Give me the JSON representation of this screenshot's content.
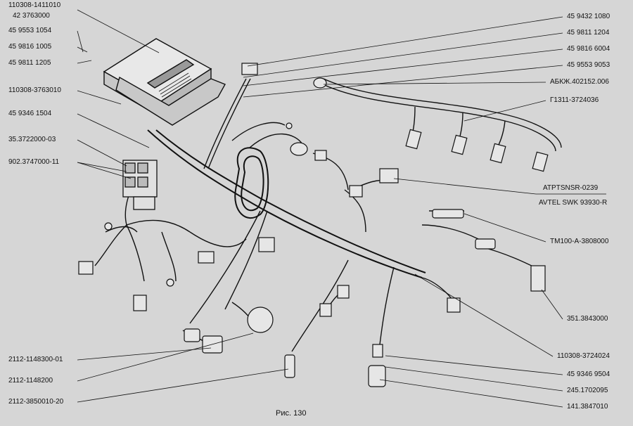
{
  "caption": "Рис. 130",
  "labels_left": [
    "110308-1411010",
    "42 3763000",
    "45 9553 1054",
    "45 9816 1005",
    "45 9811 1205",
    "110308-3763010",
    "45 9346 1504",
    "35.3722000-03",
    "902.3747000-11",
    "2112-1148300-01",
    "2112-1148200",
    "2112-3850010-20"
  ],
  "labels_right": [
    "45 9432 1080",
    "45 9811 1204",
    "45 9816 6004",
    "45 9553 9053",
    "АБКЖ.402152.006",
    "Г1311-3724036",
    "ATPTSNSR-0239",
    "AVTEL SWK 93930-R",
    "TM100-A-3808000",
    "351.3843000",
    "110308-3724024",
    "45 9346 9504",
    "245.1702095",
    "141.3847010"
  ]
}
